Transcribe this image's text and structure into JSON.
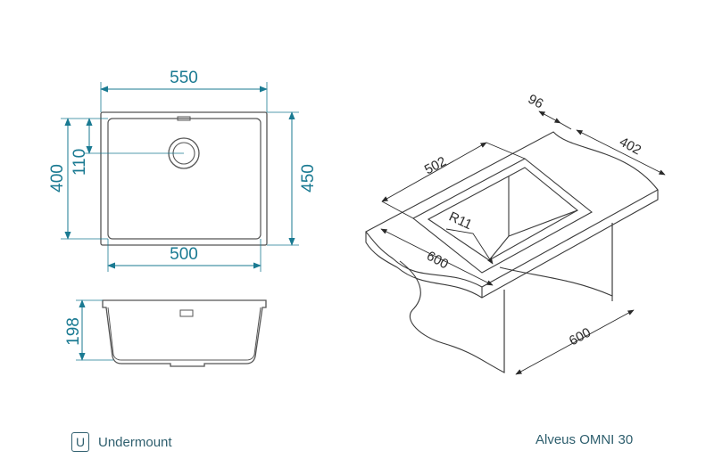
{
  "dimensions_top": {
    "width_outer": "550",
    "width_inner": "500",
    "depth_inner": "400",
    "depth_outer": "450",
    "drain_offset": "110"
  },
  "dimensions_side": {
    "height": "198"
  },
  "dimensions_iso": {
    "rim": "96",
    "length_inner": "502",
    "depth_inner": "402",
    "radius": "R11",
    "cabinet_width": "600",
    "cabinet_depth": "600"
  },
  "footer": {
    "mount_badge": "U",
    "mount_label": "Undermount",
    "model": "Alveus OMNI 30"
  },
  "colors": {
    "dimension": "#1a7a92",
    "outline": "#555555",
    "text": "#2f5f6e"
  }
}
